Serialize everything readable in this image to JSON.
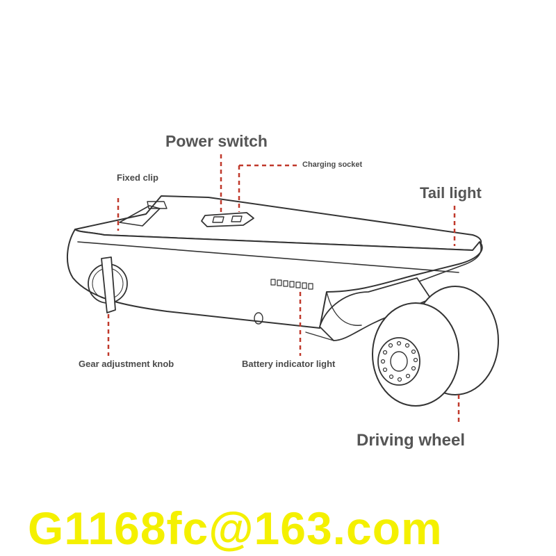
{
  "labels": {
    "power_switch": "Power switch",
    "charging_socket": "Charging socket",
    "fixed_clip": "Fixed clip",
    "tail_light": "Tail light",
    "gear_adjustment_knob": "Gear adjustment knob",
    "battery_indicator_light": "Battery indicator light",
    "driving_wheel": "Driving wheel"
  },
  "footer": {
    "email": "G1168fc@163.com"
  },
  "colors": {
    "leader_line": "#c0392b",
    "label_text": "#555555",
    "email_text": "#f4f000",
    "outline": "#333333"
  }
}
